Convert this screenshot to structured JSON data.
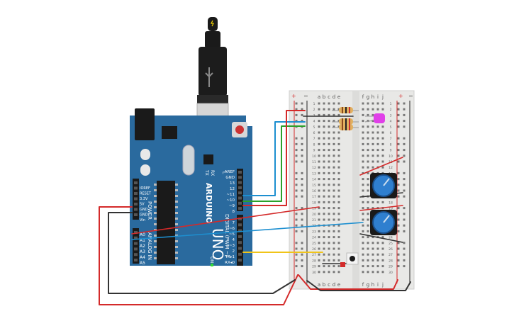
{
  "arduino": {
    "brand": "ARDUINO",
    "model": "UNO",
    "on_label": "ON",
    "tx_label": "TX",
    "rx_label": "RX",
    "l_label": "L",
    "digital_label": "DIGITAL (PWM ~)",
    "power_label": "POWER",
    "analog_label": "ANALOG IN",
    "digital_pins": [
      "AREF",
      "GND",
      "13",
      "12",
      "~11",
      "~10",
      "~9",
      "8",
      "7",
      "~6",
      "~5",
      "4",
      "~3",
      "2",
      "TX▸1",
      "RX◂0"
    ],
    "power_pins": [
      "IOREF",
      "RESET",
      "3.3V",
      "5V",
      "GND",
      "GND",
      "Vin"
    ],
    "analog_pins": [
      "A0",
      "A1",
      "A2",
      "A3",
      "A4",
      "A5"
    ]
  },
  "breadboard": {
    "columns_left": [
      "a",
      "b",
      "c",
      "d",
      "e"
    ],
    "columns_right": [
      "f",
      "g",
      "h",
      "i",
      "j"
    ],
    "rail_plus": "+",
    "rail_minus": "−",
    "row_numbers": [
      "1",
      "2",
      "3",
      "4",
      "5",
      "6",
      "7",
      "8",
      "9",
      "10",
      "11",
      "12",
      "13",
      "14",
      "15",
      "16",
      "17",
      "18",
      "19",
      "20",
      "21",
      "22",
      "23",
      "24",
      "25",
      "26",
      "27",
      "28",
      "29",
      "30"
    ]
  },
  "colors": {
    "board_blue": "#2a6a9e",
    "breadboard": "#e8e8e6",
    "wire_red": "#d42a2a",
    "wire_black": "#333333",
    "wire_blue": "#1d8fd0",
    "wire_green": "#2aa02a",
    "wire_yellow": "#f0c419",
    "led": "#e040e8",
    "pot": "#2f7fcf"
  }
}
